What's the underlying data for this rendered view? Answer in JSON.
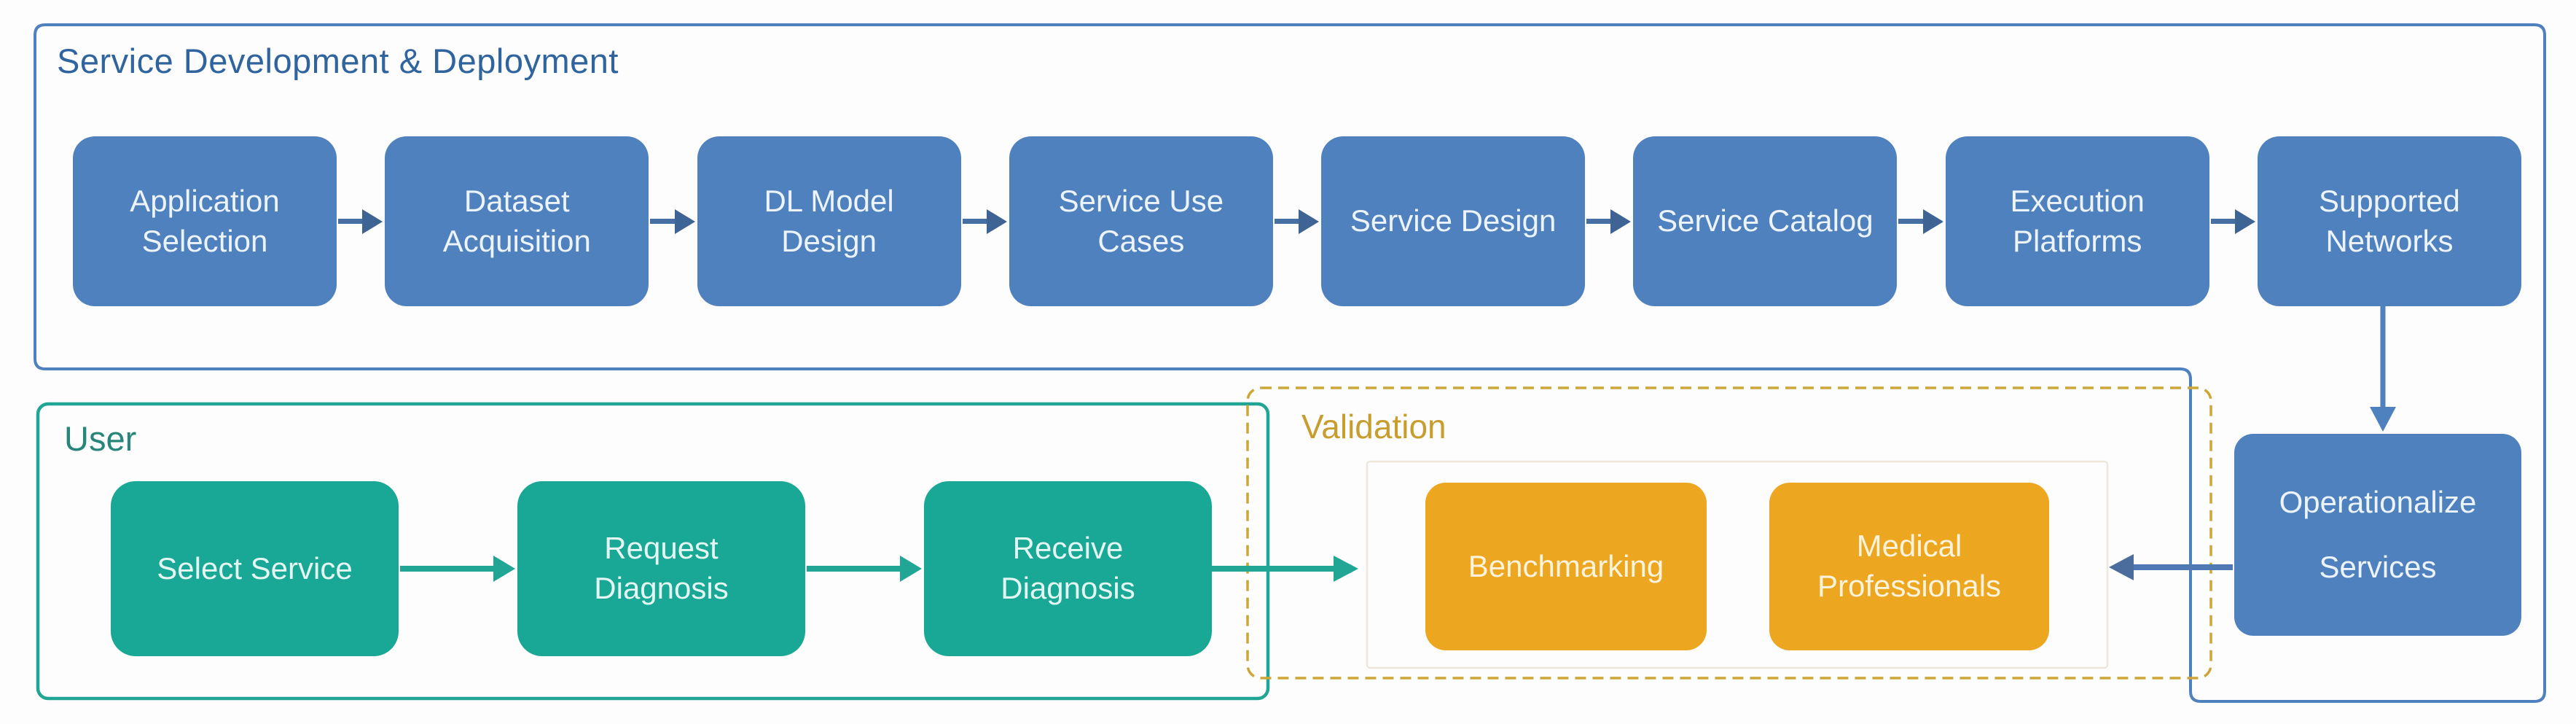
{
  "dev": {
    "title": "Service Development & Deployment",
    "steps": [
      "Application Selection",
      "Dataset Acquisition",
      "DL Model Design",
      "Service Use Cases",
      "Service Design",
      "Service Catalog",
      "Execution Platforms",
      "Supported Networks"
    ],
    "operationalize": "Operationalize Services"
  },
  "user": {
    "title": "User",
    "steps": [
      "Select Service",
      "Request Diagnosis",
      "Receive Diagnosis"
    ]
  },
  "validation": {
    "title": "Validation",
    "items": [
      "Benchmarking",
      "Medical Professionals"
    ]
  },
  "colors": {
    "step_blue": "#4E81BD",
    "blue_border": "#4E81BD",
    "blue_arrow": "#466FA3",
    "teal_fill": "#19A796",
    "teal_border": "#21A695",
    "teal_title": "#27857A",
    "orange_fill": "#EDA61F",
    "gold_dashed": "#CDA637",
    "gold_title": "#C79D2E",
    "dev_title_blue": "#2F649E",
    "inner_frame": "#EFE8DA",
    "background": "#FDFDFD"
  }
}
